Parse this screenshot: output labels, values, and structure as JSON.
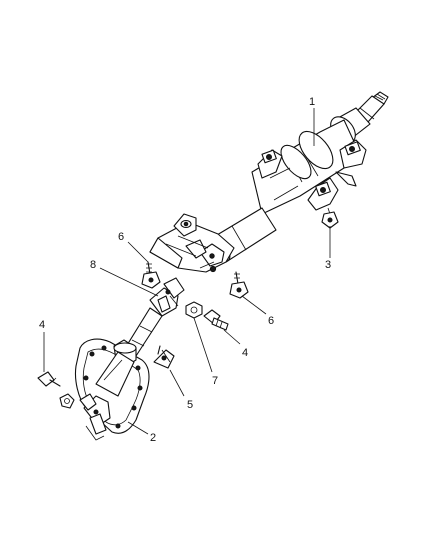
{
  "callouts": [
    {
      "id": "c1",
      "text": "1"
    },
    {
      "id": "c2",
      "text": "2"
    },
    {
      "id": "c3",
      "text": "3"
    },
    {
      "id": "c4a",
      "text": "4"
    },
    {
      "id": "c4b",
      "text": "4"
    },
    {
      "id": "c5",
      "text": "5"
    },
    {
      "id": "c6a",
      "text": "6"
    },
    {
      "id": "c6b",
      "text": "6"
    },
    {
      "id": "c7",
      "text": "7"
    },
    {
      "id": "c8",
      "text": "8"
    }
  ]
}
